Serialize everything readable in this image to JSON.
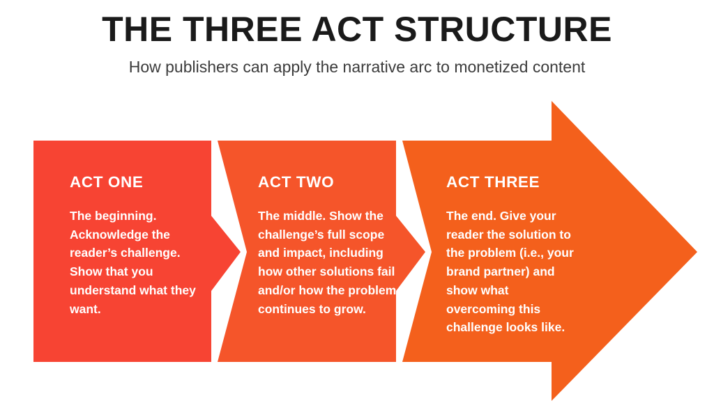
{
  "header": {
    "title": "THE THREE ACT STRUCTURE",
    "subtitle": "How publishers can apply the narrative arc to monetized content"
  },
  "colors": {
    "background": "#ffffff",
    "title_text": "#1a1a1a",
    "subtitle_text": "#3b3b3b",
    "act_one": "#F74433",
    "act_two": "#F5552A",
    "act_three": "#F4601C",
    "act_text": "#ffffff"
  },
  "diagram": {
    "type": "chevron-arrow-process",
    "direction": "left-to-right",
    "acts": [
      {
        "heading": "ACT ONE",
        "body": "The beginning. Acknowledge the reader’s challenge. Show that you understand what they want.",
        "color": "#F74433"
      },
      {
        "heading": "ACT TWO",
        "body": "The middle. Show the challenge’s full scope and impact, including how other solutions fail and/or how the problem continues to grow.",
        "color": "#F5552A"
      },
      {
        "heading": "ACT THREE",
        "body": "The end. Give your reader the solution to the problem (i.e., your brand partner) and show what overcoming this challenge looks like.",
        "color": "#F4601C"
      }
    ]
  }
}
